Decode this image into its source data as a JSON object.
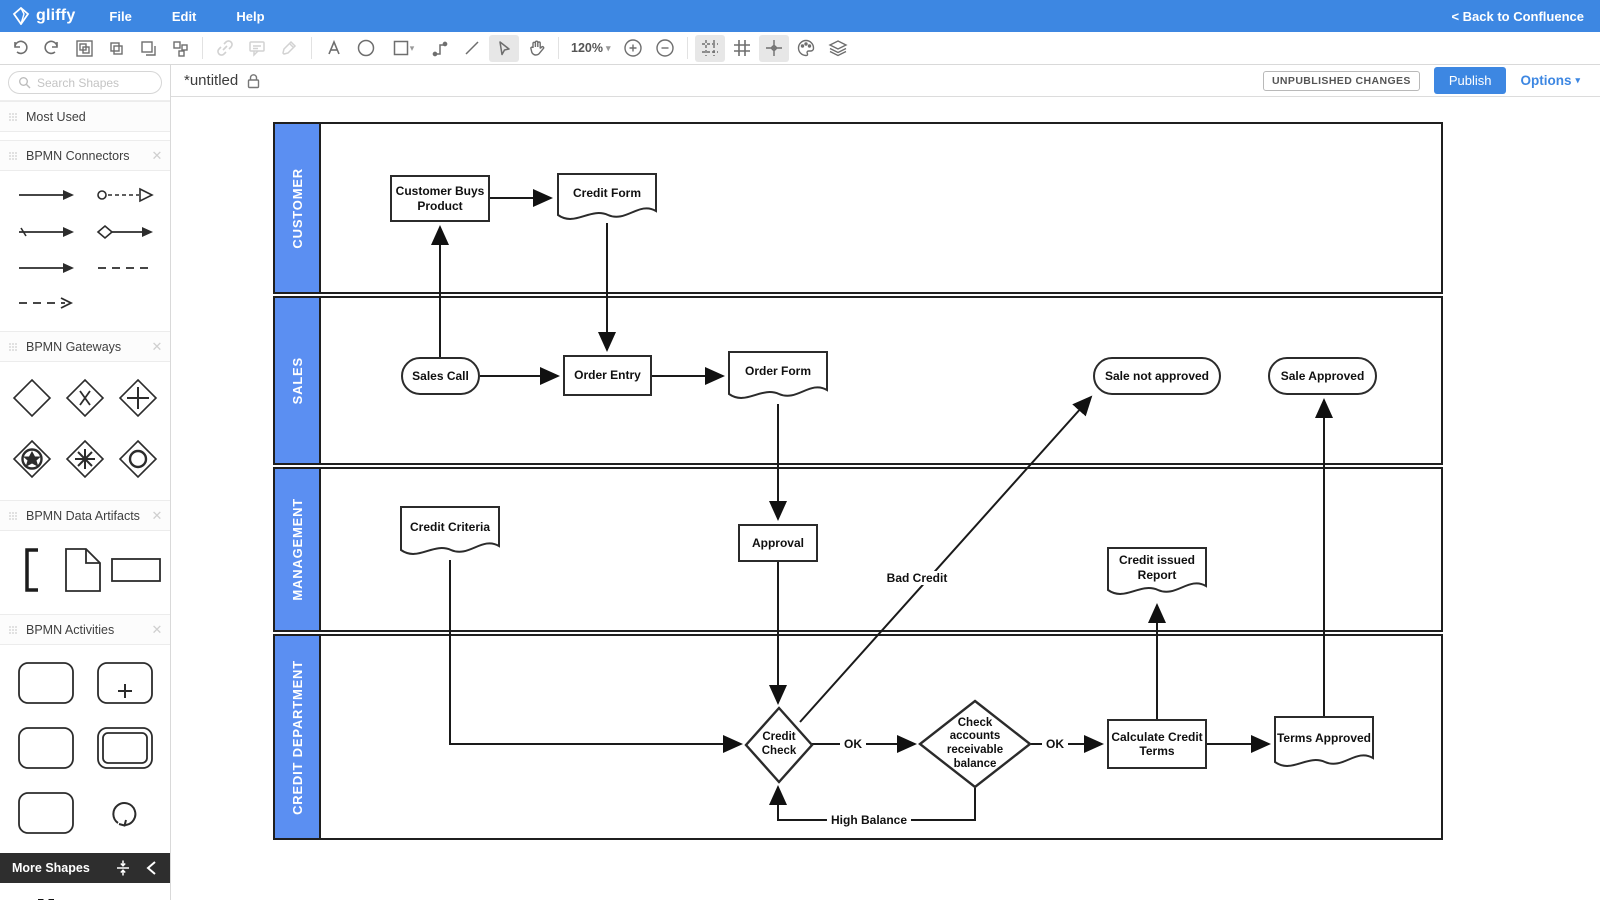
{
  "app": {
    "logo_text": "gliffy",
    "menus": {
      "file": "File",
      "edit": "Edit",
      "help": "Help"
    },
    "back_link": "< Back to Confluence",
    "title": "*untitled",
    "unpublished_badge": "UNPUBLISHED CHANGES",
    "publish_label": "Publish",
    "options_label": "Options",
    "zoom_level": "120%"
  },
  "sidebar": {
    "search_placeholder": "Search Shapes",
    "sections": {
      "most_used": "Most Used",
      "connectors": "BPMN Connectors",
      "gateways": "BPMN Gateways",
      "artifacts": "BPMN Data Artifacts",
      "activities": "BPMN Activities"
    },
    "more_shapes_label": "More Shapes"
  },
  "icons": {
    "toolbar": [
      "undo-icon",
      "redo-icon",
      "paste-style-icon",
      "copy-icon",
      "duplicate-icon",
      "arrange-icon",
      "link-icon",
      "comment-icon",
      "eyedropper-icon",
      "text-tool-icon",
      "ellipse-tool-icon",
      "rect-tool-icon",
      "connector-tool-icon",
      "line-tool-icon",
      "pointer-tool-icon",
      "pan-tool-icon",
      "zoom-in-icon",
      "zoom-out-icon",
      "guides-icon",
      "grid-icon",
      "snap-icon",
      "theme-icon",
      "layers-icon"
    ],
    "search": "magnifier-icon",
    "lock": "padlock-icon"
  },
  "colors": {
    "topbar_blue": "#3d87e2",
    "lane_blue": "#5b8ff2",
    "publish_blue": "#3d87e2",
    "shape_stroke": "#2b2b2b",
    "footer_dark": "#2e2e2e"
  },
  "diagram": {
    "lanes": [
      {
        "label": "CUSTOMER"
      },
      {
        "label": "SALES"
      },
      {
        "label": "MANAGEMENT"
      },
      {
        "label": "CREDIT DEPARTMENT"
      }
    ],
    "nodes": {
      "customer_buys_product": {
        "label": "Customer Buys Product",
        "shape": "rectangle",
        "lane": "CUSTOMER"
      },
      "credit_form": {
        "label": "Credit Form",
        "shape": "document",
        "lane": "CUSTOMER"
      },
      "sales_call": {
        "label": "Sales Call",
        "shape": "stadium",
        "lane": "SALES"
      },
      "order_entry": {
        "label": "Order Entry",
        "shape": "rectangle",
        "lane": "SALES"
      },
      "order_form": {
        "label": "Order Form",
        "shape": "document",
        "lane": "SALES"
      },
      "sale_not_approved": {
        "label": "Sale not approved",
        "shape": "stadium",
        "lane": "SALES"
      },
      "sale_approved": {
        "label": "Sale Approved",
        "shape": "stadium",
        "lane": "SALES"
      },
      "credit_criteria": {
        "label": "Credit Criteria",
        "shape": "document",
        "lane": "MANAGEMENT"
      },
      "approval": {
        "label": "Approval",
        "shape": "rectangle",
        "lane": "MANAGEMENT"
      },
      "credit_issued_report": {
        "label": "Credit issued Report",
        "shape": "document",
        "lane": "MANAGEMENT"
      },
      "credit_check": {
        "label": "Credit Check",
        "shape": "diamond",
        "lane": "CREDIT DEPARTMENT"
      },
      "check_accounts": {
        "label": "Check accounts receivable balance",
        "shape": "diamond",
        "lane": "CREDIT DEPARTMENT"
      },
      "calculate_credit_terms": {
        "label": "Calculate Credit Terms",
        "shape": "rectangle",
        "lane": "CREDIT DEPARTMENT"
      },
      "terms_approved": {
        "label": "Terms Approved",
        "shape": "document",
        "lane": "CREDIT DEPARTMENT"
      }
    },
    "edge_labels": {
      "ok1": "OK",
      "ok2": "OK",
      "bad_credit": "Bad Credit",
      "high_balance": "High Balance"
    },
    "connections": [
      [
        "customer_buys_product",
        "credit_form"
      ],
      [
        "sales_call",
        "customer_buys_product"
      ],
      [
        "credit_form",
        "order_entry"
      ],
      [
        "sales_call",
        "order_entry"
      ],
      [
        "order_entry",
        "order_form"
      ],
      [
        "order_form",
        "approval"
      ],
      [
        "approval",
        "credit_check"
      ],
      [
        "credit_criteria",
        "credit_check"
      ],
      [
        "credit_check",
        "check_accounts",
        "OK"
      ],
      [
        "credit_check",
        "sale_not_approved",
        "Bad Credit"
      ],
      [
        "check_accounts",
        "calculate_credit_terms",
        "OK"
      ],
      [
        "check_accounts",
        "credit_check",
        "High Balance"
      ],
      [
        "calculate_credit_terms",
        "credit_issued_report"
      ],
      [
        "calculate_credit_terms",
        "terms_approved"
      ],
      [
        "terms_approved",
        "sale_approved"
      ]
    ]
  }
}
